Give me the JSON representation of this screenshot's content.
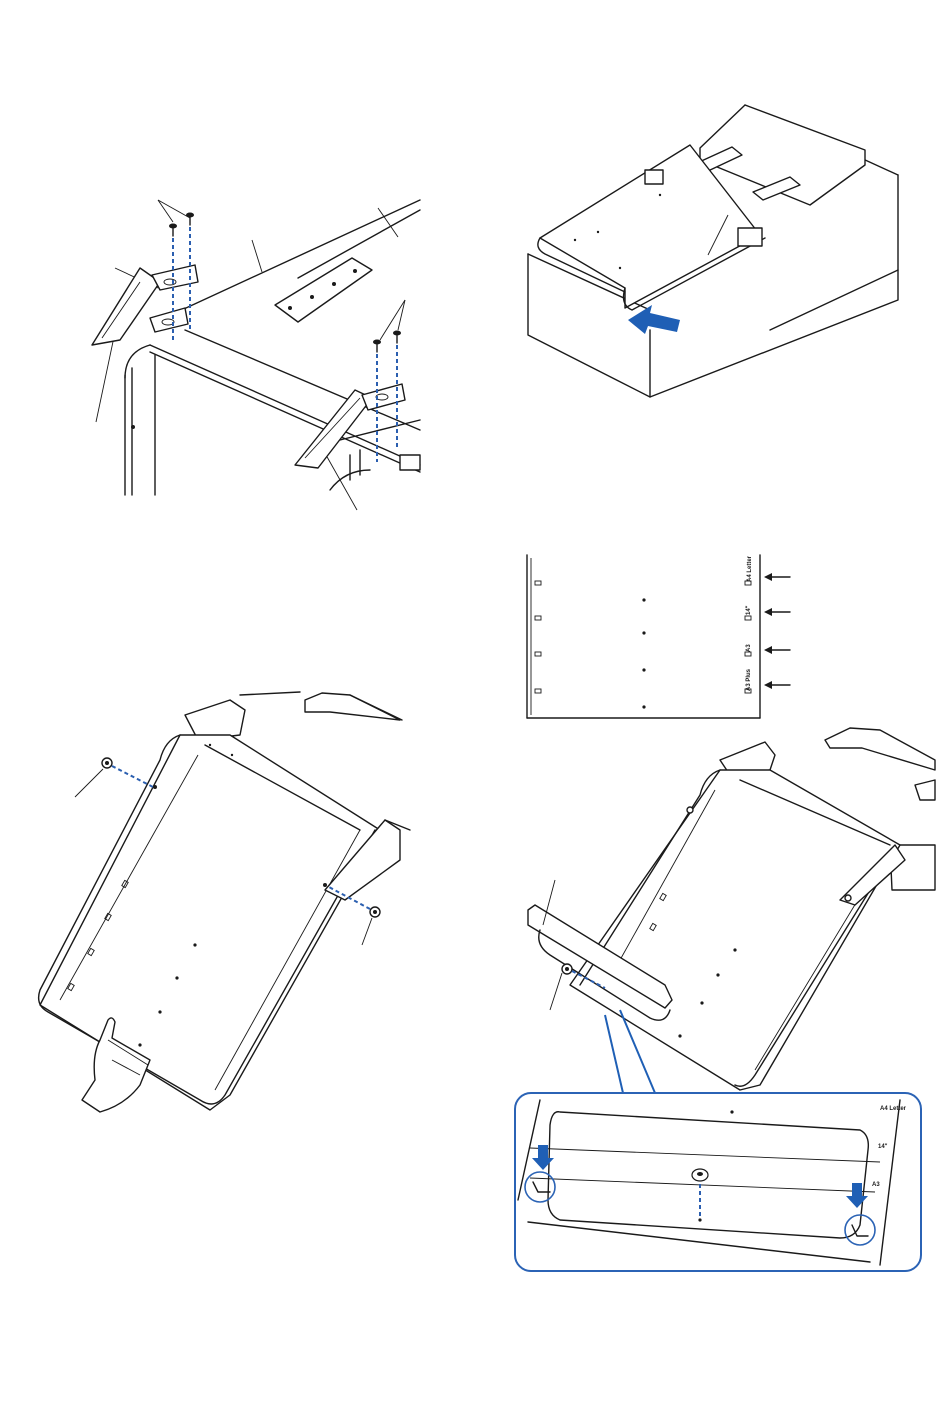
{
  "figure": {
    "panels": [
      {
        "id": "panel-1",
        "description_visible_text": ""
      },
      {
        "id": "panel-2",
        "description_visible_text": ""
      },
      {
        "id": "panel-3",
        "description_visible_text": ""
      },
      {
        "id": "panel-4",
        "description_visible_text": ""
      }
    ],
    "paper_size_marks": {
      "mark_1": "A4 Letter",
      "mark_2": "14\"",
      "mark_3": "A3",
      "mark_4": "A3 Plus"
    },
    "detail_marks": {
      "mark_1": "A4 Letter",
      "mark_2": "14\"",
      "mark_3": "A3"
    },
    "colors": {
      "line": "#1a1a1a",
      "accent_blue": "#1f5fb5",
      "detail_border": "#2b63b5"
    }
  }
}
